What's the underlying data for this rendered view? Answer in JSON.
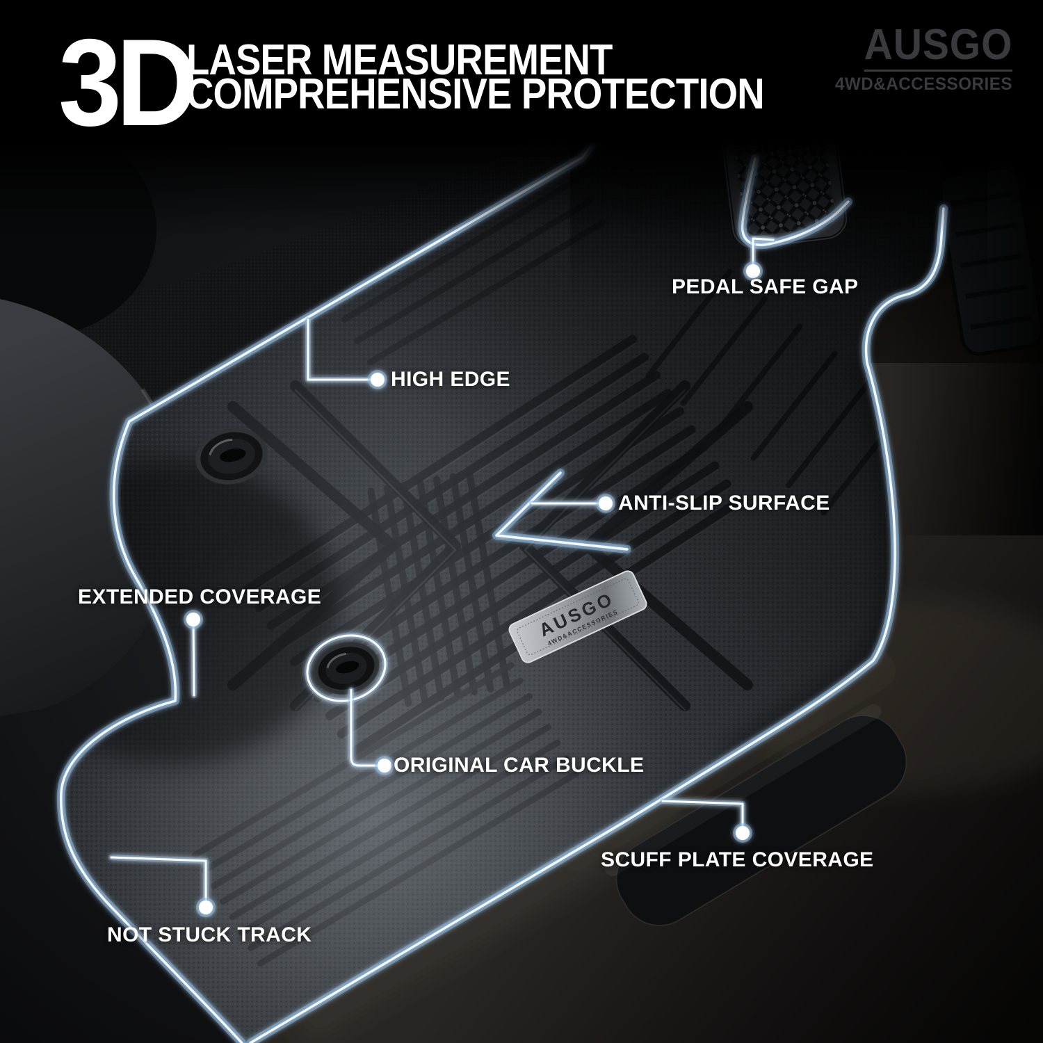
{
  "header": {
    "badge": "3D",
    "line1": "LASER MEASUREMENT",
    "line2": "COMPREHENSIVE PROTECTION"
  },
  "brand": {
    "name": "AUSGO",
    "tagline": "4WD&ACCESSORIES"
  },
  "product_badge": {
    "name": "AUSGO",
    "tagline": "4WD&ACCESSORIES"
  },
  "callouts": [
    {
      "id": "pedal-safe-gap",
      "label": "PEDAL SAFE GAP"
    },
    {
      "id": "high-edge",
      "label": "HIGH EDGE"
    },
    {
      "id": "anti-slip-surface",
      "label": "ANTI-SLIP SURFACE"
    },
    {
      "id": "extended-coverage",
      "label": "EXTENDED COVERAGE"
    },
    {
      "id": "original-car-buckle",
      "label": "ORIGINAL CAR BUCKLE"
    },
    {
      "id": "scuff-plate-coverage",
      "label": "SCUFF PLATE COVERAGE"
    },
    {
      "id": "not-stuck-track",
      "label": "NOT STUCK TRACK"
    }
  ],
  "colors": {
    "background": "#000000",
    "glow_core": "#f4faff",
    "glow_halo": "#7db3e0",
    "label_text": "#ffffff",
    "brand_text": "#3a3a3d"
  }
}
